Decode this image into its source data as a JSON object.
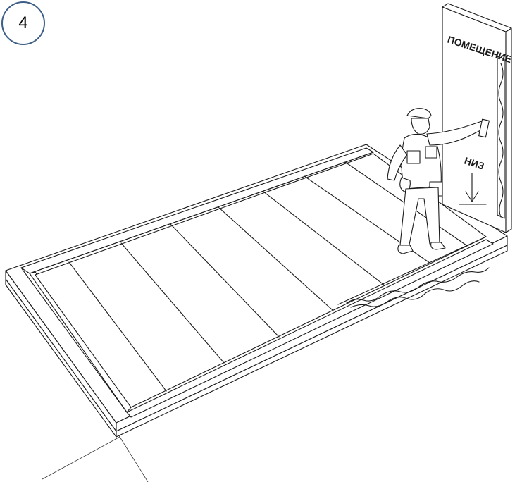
{
  "step": {
    "number": "4"
  },
  "wall_panel": {
    "label_room": "ПОМЕЩЕНИЕ",
    "label_bottom": "НИЗ"
  }
}
